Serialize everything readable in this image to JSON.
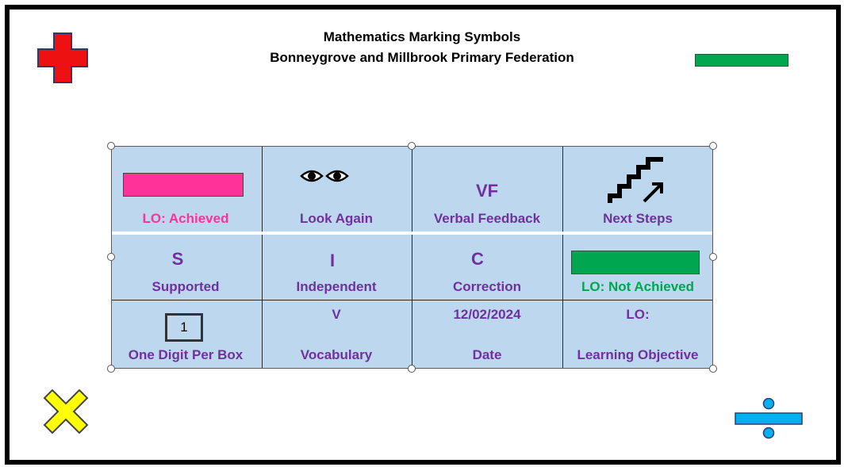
{
  "header": {
    "title": "Mathematics Marking Symbols",
    "subtitle": "Bonneygrove and Millbrook Primary Federation"
  },
  "colors": {
    "plus": "#ee1111",
    "minus": "#00a650",
    "times": "#ffff00",
    "divide": "#00b0f0",
    "label_purple": "#7030a0",
    "achieved_pink": "#ff3399",
    "not_achieved_green": "#00a650",
    "cell_bg": "#bdd7ee"
  },
  "icons": {
    "plus": "plus-symbol-icon",
    "minus": "minus-symbol-icon",
    "times": "multiply-symbol-icon",
    "divide": "divide-symbol-icon",
    "look_again": "eyes-icon",
    "next_steps": "stairs-arrow-icon"
  },
  "symbols": {
    "lo_achieved": {
      "label": "LO: Achieved"
    },
    "look_again": {
      "label": "Look Again"
    },
    "verbal_feedback": {
      "symbol": "VF",
      "label": "Verbal Feedback"
    },
    "next_steps": {
      "label": "Next Steps"
    },
    "supported": {
      "symbol": "S",
      "label": "Supported"
    },
    "independent": {
      "symbol": "I",
      "label": "Independent"
    },
    "correction": {
      "symbol": "C",
      "label": "Correction"
    },
    "lo_not_achieved": {
      "label": "LO: Not Achieved"
    },
    "one_digit": {
      "symbol": "1",
      "label": "One Digit Per Box"
    },
    "vocabulary": {
      "symbol": "V",
      "label": "Vocabulary"
    },
    "date": {
      "symbol": "12/02/2024",
      "label": "Date"
    },
    "learning_objective": {
      "symbol": "LO:",
      "label": "Learning Objective"
    }
  }
}
